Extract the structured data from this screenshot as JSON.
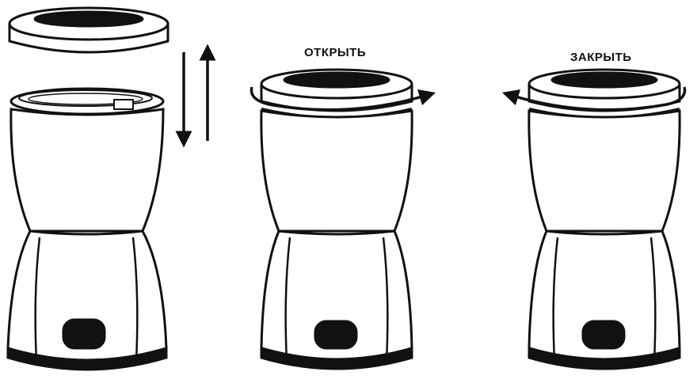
{
  "labels": {
    "open": "ОТКРЫТЬ",
    "close": "ЗАКРЫТЬ"
  },
  "colors": {
    "stroke": "#111111",
    "fill": "#ffffff"
  },
  "panels": [
    {
      "name": "lid-removed",
      "icons": [
        "lid-icon",
        "up-down-arrows-icon",
        "grinder-body-icon"
      ]
    },
    {
      "name": "open-rotation",
      "icons": [
        "grinder-icon",
        "rotate-clockwise-arrow-icon"
      ]
    },
    {
      "name": "close-rotation",
      "icons": [
        "grinder-icon",
        "rotate-counterclockwise-arrow-icon"
      ]
    }
  ]
}
